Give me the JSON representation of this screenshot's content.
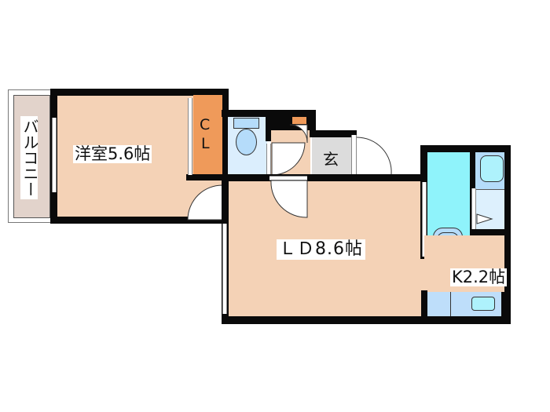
{
  "floorplan": {
    "rooms": {
      "western_room": {
        "label": "洋室5.6帖",
        "color": "#f4d2b6"
      },
      "closet": {
        "label_line1": "C",
        "label_line2": "L",
        "color": "#ef9a5a"
      },
      "balcony": {
        "label": "バルコニー",
        "color": "#e2d3cb"
      },
      "toilet": {
        "color": "#dbeefd"
      },
      "entrance": {
        "label": "玄",
        "color": "#dcdcdc"
      },
      "living_dining": {
        "label": "ＬＤ8.6帖",
        "color": "#f4d2b6"
      },
      "washroom": {
        "color": "#8ff3fb"
      },
      "bathroom": {
        "color": "#ddf0fd"
      },
      "kitchen": {
        "label": "K2.2帖",
        "color": "#f4d2b6"
      },
      "kitchen_counter": {
        "color": "#bedefa"
      }
    },
    "colors": {
      "wall": "#0a0a0a",
      "fixture_blue": "#b5dcfa",
      "fixture_cyan": "#aef2fc"
    }
  }
}
